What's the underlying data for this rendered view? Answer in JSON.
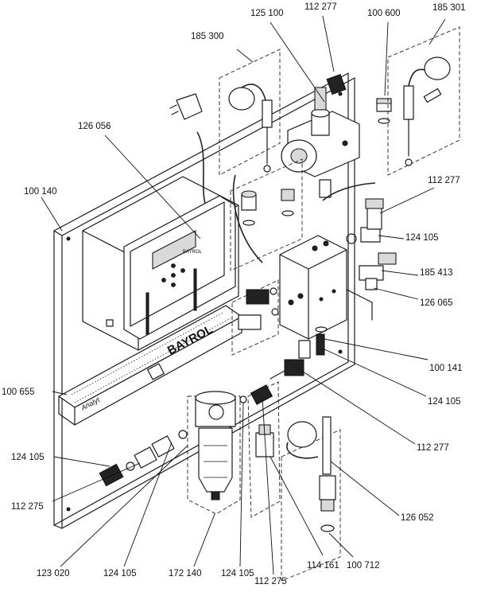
{
  "diagram": {
    "panel_brand": "BAYROL",
    "rail_label": "Analyt",
    "parts": [
      {
        "id": "p-185300",
        "label": "185 300"
      },
      {
        "id": "p-125100",
        "label": "125 100"
      },
      {
        "id": "p-112277-top",
        "label": "112 277"
      },
      {
        "id": "p-100600",
        "label": "100 600"
      },
      {
        "id": "p-185301",
        "label": "185 301"
      },
      {
        "id": "p-126056",
        "label": "126 056"
      },
      {
        "id": "p-100140",
        "label": "100 140"
      },
      {
        "id": "p-112277-right",
        "label": "112 277"
      },
      {
        "id": "p-124105-r1",
        "label": "124 105"
      },
      {
        "id": "p-185413",
        "label": "185 413"
      },
      {
        "id": "p-126065",
        "label": "126 065"
      },
      {
        "id": "p-100141",
        "label": "100 141"
      },
      {
        "id": "p-100655",
        "label": "100 655"
      },
      {
        "id": "p-124105-r2",
        "label": "124 105"
      },
      {
        "id": "p-112277-low",
        "label": "112 277"
      },
      {
        "id": "p-124105-left",
        "label": "124 105"
      },
      {
        "id": "p-112275-left",
        "label": "112 275"
      },
      {
        "id": "p-126052",
        "label": "126 052"
      },
      {
        "id": "p-123020",
        "label": "123 020"
      },
      {
        "id": "p-124105-b1",
        "label": "124 105"
      },
      {
        "id": "p-172140",
        "label": "172 140"
      },
      {
        "id": "p-124105-b2",
        "label": "124 105"
      },
      {
        "id": "p-112275-b",
        "label": "112 275"
      },
      {
        "id": "p-114161",
        "label": "114 161"
      },
      {
        "id": "p-100712",
        "label": "100 712"
      }
    ]
  }
}
